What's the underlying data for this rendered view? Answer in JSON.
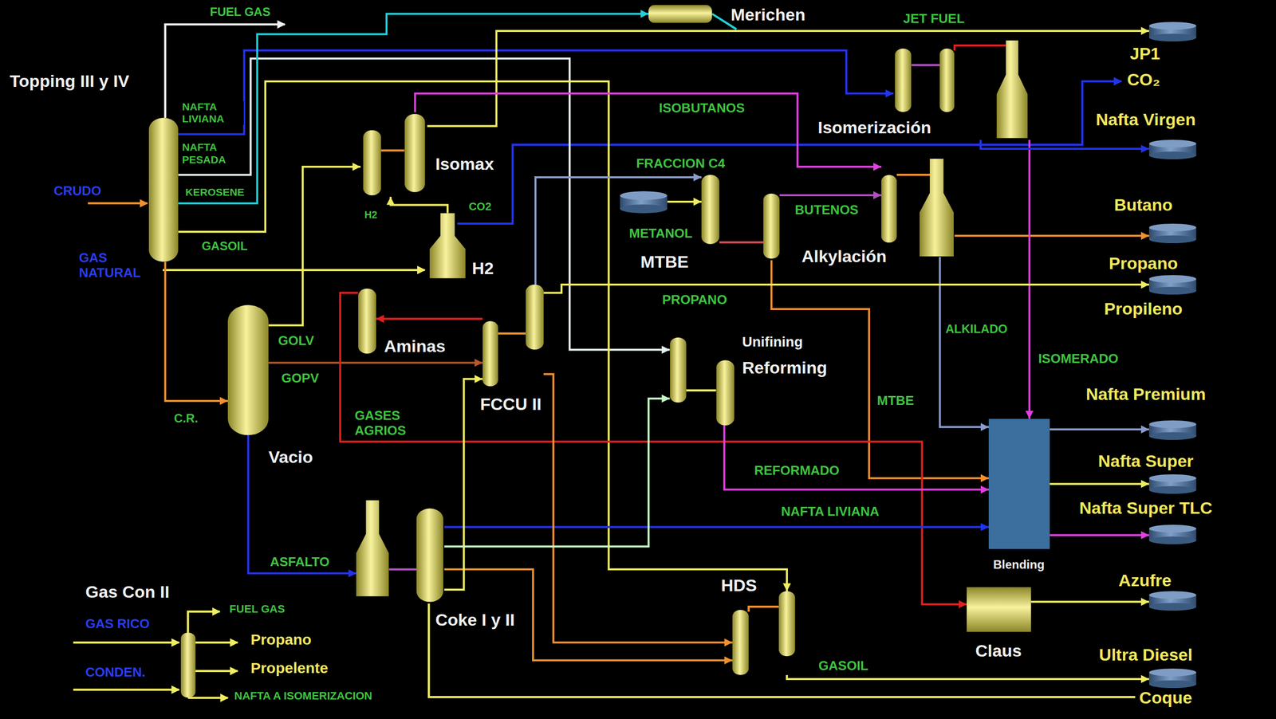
{
  "diagram": {
    "nodes": [
      {
        "text": [
          "Topping III y IV"
        ]
      },
      {
        "text": [
          "Merichen"
        ]
      },
      {
        "text": [
          "JP1"
        ]
      },
      {
        "text": [
          "Isomax"
        ]
      },
      {
        "text": [
          "Isomerización"
        ]
      },
      {
        "text": [
          "Nafta Virgen"
        ]
      },
      {
        "text": [
          "H2"
        ]
      },
      {
        "text": [
          "MTBE"
        ]
      },
      {
        "text": [
          "METANOL"
        ]
      },
      {
        "text": [
          "Alkylación"
        ]
      },
      {
        "text": [
          "Butano"
        ]
      },
      {
        "text": [
          "Propano",
          "Propileno"
        ]
      },
      {
        "text": [
          "Vacio"
        ]
      },
      {
        "text": [
          "Aminas"
        ]
      },
      {
        "text": [
          "FCCU II"
        ]
      },
      {
        "text": [
          "Unifining",
          "Reforming"
        ]
      },
      {
        "text": [
          "Nafta Premium"
        ]
      },
      {
        "text": [
          "Blending"
        ]
      },
      {
        "text": [
          "Nafta Super"
        ]
      },
      {
        "text": [
          "Nafta Super TLC"
        ]
      },
      {
        "text": [
          "Coke I y II"
        ]
      },
      {
        "text": [
          "HDS"
        ]
      },
      {
        "text": [
          "Claus"
        ]
      },
      {
        "text": [
          "Azufre"
        ]
      },
      {
        "text": [
          "Gas Con II"
        ]
      },
      {
        "text": [
          "Ultra Diesel"
        ]
      }
    ],
    "edges": [
      {
        "from": 0,
        "to": 4,
        "arrow": "to",
        "label": "NAFTA LIVIANA"
      },
      {
        "from": 0,
        "to": 15,
        "arrow": "to",
        "label": "NAFTA PESADA"
      },
      {
        "from": 0,
        "to": 1,
        "arrow": "to",
        "label": "KEROSENE"
      },
      {
        "from": 0,
        "to": 21,
        "arrow": "to",
        "label": "GASOIL"
      },
      {
        "from": 0,
        "to": 12,
        "arrow": "to",
        "label": "C.R."
      },
      {
        "from": 12,
        "to": 3,
        "arrow": "to",
        "label": "GOLV"
      },
      {
        "from": 12,
        "to": 14,
        "arrow": "to",
        "label": "GOPV"
      },
      {
        "from": 12,
        "to": 20,
        "arrow": "to",
        "label": "ASFALTO"
      },
      {
        "from": 6,
        "to": 3,
        "arrow": "to",
        "label": "H2"
      },
      {
        "from": 3,
        "to": 2,
        "arrow": "to",
        "label": "JET FUEL"
      },
      {
        "from": 3,
        "to": 9,
        "arrow": "to",
        "label": "ISOBUTANOS"
      },
      {
        "from": 14,
        "to": 7,
        "arrow": "to",
        "label": "FRACCION C4"
      },
      {
        "from": 8,
        "to": 7,
        "arrow": "to"
      },
      {
        "from": 7,
        "to": 9,
        "arrow": "to",
        "label": "BUTENOS"
      },
      {
        "from": 7,
        "to": 17,
        "arrow": "to",
        "label": "MTBE"
      },
      {
        "from": 9,
        "to": 17,
        "arrow": "to",
        "label": "ALKILADO"
      },
      {
        "from": 9,
        "to": 10,
        "arrow": "to"
      },
      {
        "from": 4,
        "to": 17,
        "arrow": "to",
        "label": "ISOMERADO"
      },
      {
        "from": 4,
        "to": 5,
        "arrow": "to"
      },
      {
        "from": 14,
        "to": 11,
        "arrow": "to",
        "label": "PROPANO"
      },
      {
        "from": 14,
        "to": 13,
        "arrow": "to"
      },
      {
        "from": 13,
        "to": 22,
        "arrow": "to",
        "label": "GASES AGRIOS"
      },
      {
        "from": 15,
        "to": 17,
        "arrow": "to",
        "label": "REFORMADO"
      },
      {
        "from": 20,
        "to": 17,
        "arrow": "to",
        "label": "NAFTA LIVIANA"
      },
      {
        "from": 14,
        "to": 21,
        "arrow": "to"
      },
      {
        "from": 20,
        "to": 21,
        "arrow": "to"
      },
      {
        "from": 20,
        "to": 14,
        "arrow": "to"
      },
      {
        "from": 20,
        "to": 15,
        "arrow": "to"
      },
      {
        "from": 21,
        "to": 25,
        "arrow": "to",
        "label": "GASOIL"
      },
      {
        "from": 17,
        "to": 16,
        "arrow": "to"
      },
      {
        "from": 17,
        "to": 18,
        "arrow": "to"
      },
      {
        "from": 17,
        "to": 19,
        "arrow": "to"
      },
      {
        "from": 22,
        "to": 23,
        "arrow": "to"
      }
    ],
    "labels": [
      "FUEL GAS",
      "CRUDO",
      "GAS NATURAL",
      "CO2",
      "CO₂",
      "Coque",
      "GAS RICO",
      "CONDEN.",
      "FUEL GAS",
      "Propano",
      "Propelente",
      "NAFTA A ISOMERIZACION"
    ]
  }
}
